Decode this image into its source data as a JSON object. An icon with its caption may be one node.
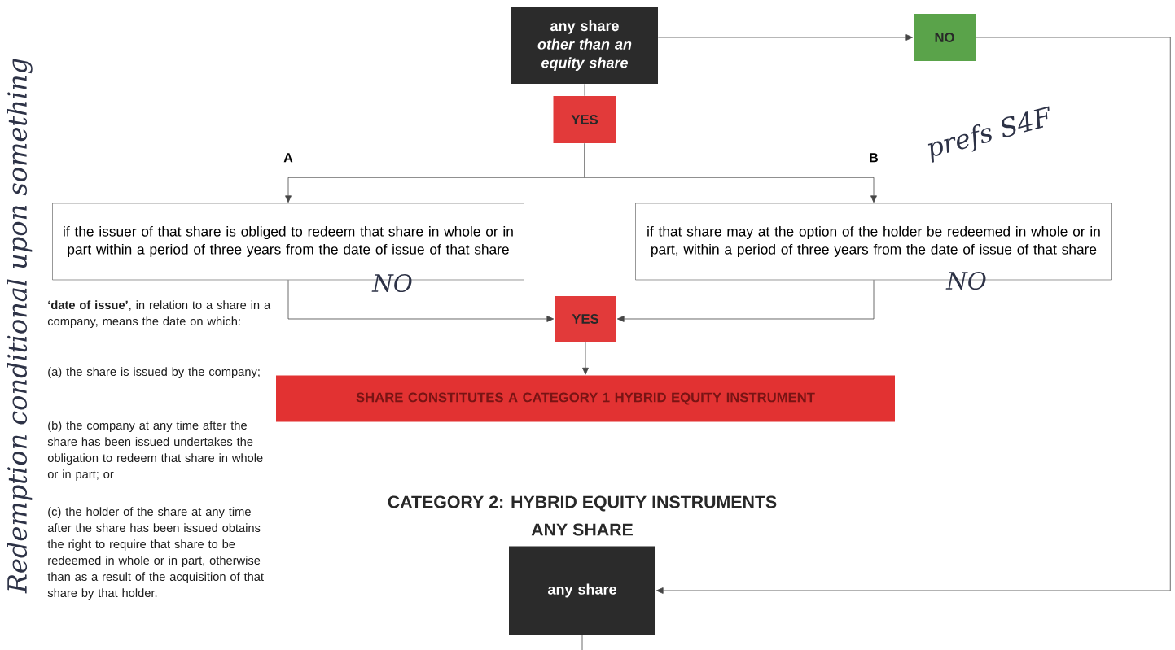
{
  "diagram": {
    "nodes": [
      {
        "text": [
          "any share *other than an equity share*"
        ]
      },
      {
        "text": [
          "NO"
        ]
      },
      {
        "text": [
          "YES"
        ]
      },
      {
        "text": [
          "if the issuer of that share is obliged to redeem that share in whole or in part within a period of three years from the date of issue of that share"
        ]
      },
      {
        "text": [
          "if that share may at the option of the holder be redeemed in whole or in part, within a period of three years from the date of issue of that share"
        ]
      },
      {
        "text": [
          "YES"
        ]
      },
      {
        "text": [
          "SHARE CONSTITUTES A CATEGORY 1 HYBRID EQUITY INSTRUMENT"
        ]
      },
      {
        "text": [
          "any share"
        ]
      }
    ],
    "edges": [
      {
        "from": 0,
        "to": 1,
        "arrow": "to"
      },
      {
        "from": 0,
        "to": 2,
        "arrow": "none"
      },
      {
        "from": 2,
        "to": 3,
        "arrow": "to",
        "label": "A"
      },
      {
        "from": 2,
        "to": 4,
        "arrow": "to",
        "label": "B"
      },
      {
        "from": 3,
        "to": 5,
        "arrow": "to"
      },
      {
        "from": 4,
        "to": 5,
        "arrow": "to"
      },
      {
        "from": 5,
        "to": 6,
        "arrow": "to"
      },
      {
        "from": 1,
        "to": 7,
        "arrow": "to"
      },
      {
        "from": 7,
        "to": null,
        "arrow": "none"
      }
    ],
    "labels": [
      "Redemption conditional upon something",
      "prefs S4F",
      "NO",
      "NO",
      "**‘date of issue’**, in relation to a share in a company, means the date on which:",
      "(a) the share is issued by the company;",
      "(b) the company at any time after the share has been issued undertakes the obligation to redeem that share in whole or in part; or",
      "(c) the holder of the share at any time after the share has been issued obtains the right to require that share to be redeemed in whole or in part, otherwise than as a result of the acquisition of that share by that holder.",
      "CATEGORY 2: HYBRID EQUITY INSTRUMENTS",
      "ANY SHARE"
    ]
  }
}
